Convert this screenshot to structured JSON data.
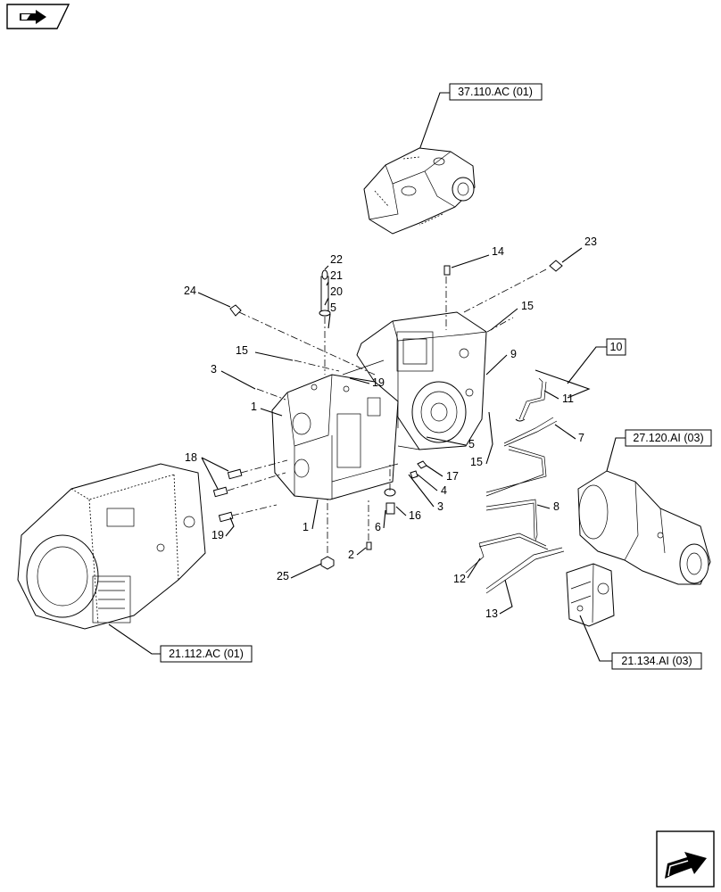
{
  "icons": {
    "top_left": "book-navigation-icon",
    "bottom_right": "next-page-arrow-icon"
  },
  "reference_boxes": [
    {
      "id": "ref-37110",
      "label": "37.110.AC (01)"
    },
    {
      "id": "ref-27120",
      "label": "27.120.AI (03)"
    },
    {
      "id": "ref-21112",
      "label": "21.112.AC (01)"
    },
    {
      "id": "ref-21134",
      "label": "21.134.AI (03)"
    },
    {
      "id": "ref-10",
      "label": "10"
    }
  ],
  "callouts": {
    "n1a": "1",
    "n1b": "1",
    "n2": "2",
    "n3a": "3",
    "n3b": "3",
    "n4": "4",
    "n5a": "5",
    "n5b": "5",
    "n6": "6",
    "n7": "7",
    "n8": "8",
    "n9": "9",
    "n11": "11",
    "n12": "12",
    "n13": "13",
    "n14": "14",
    "n15a": "15",
    "n15b": "15",
    "n15c": "15",
    "n16": "16",
    "n17": "17",
    "n18": "18",
    "n19a": "19",
    "n19b": "19",
    "n20": "20",
    "n21": "21",
    "n22": "22",
    "n23": "23",
    "n24": "24",
    "n25": "25"
  }
}
